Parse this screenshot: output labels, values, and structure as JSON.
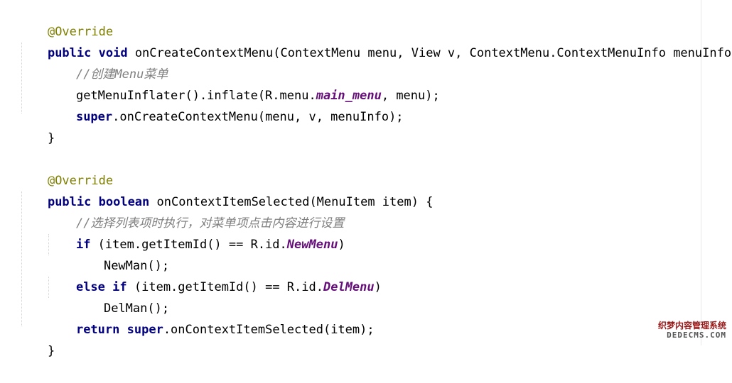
{
  "code": {
    "line1": {
      "annotation": "@Override"
    },
    "line2": {
      "kw_public": "public",
      "kw_void": "void",
      "rest": " onCreateContextMenu(ContextMenu menu, View v, ContextMenu.ContextMenuInfo menuInfo) {"
    },
    "line3": {
      "comment": "//创建Menu菜单"
    },
    "line4": {
      "pre": "getMenuInflater().inflate(R.menu.",
      "field": "main_menu",
      "post": ", menu);"
    },
    "line5": {
      "kw_super": "super",
      "rest": ".onCreateContextMenu(menu, v, menuInfo);"
    },
    "line6": {
      "brace": "}"
    },
    "line7": {
      "annotation": "@Override"
    },
    "line8": {
      "kw_public": "public",
      "kw_boolean": "boolean",
      "rest": " onContextItemSelected(MenuItem item) {"
    },
    "line9": {
      "comment": "//选择列表项时执行，对菜单项点击内容进行设置"
    },
    "line10": {
      "kw_if": "if",
      "pre": " (item.getItemId() == R.id.",
      "field": "NewMenu",
      "post": ")"
    },
    "line11": {
      "text": "NewMan();"
    },
    "line12": {
      "kw_else": "else",
      "kw_if": "if",
      "pre": " (item.getItemId() == R.id.",
      "field": "DelMenu",
      "post": ")"
    },
    "line13": {
      "text": "DelMan();"
    },
    "line14": {
      "kw_return": "return",
      "kw_super": "super",
      "rest": ".onContextItemSelected(item);"
    },
    "line15": {
      "brace": "}"
    }
  },
  "watermark": {
    "top": "织梦内容管理系统",
    "bottom": "DEDECMS.COM"
  },
  "colors": {
    "annotation": "#808000",
    "keyword": "#000080",
    "comment": "#808080",
    "field": "#660e7a",
    "text": "#000000"
  }
}
